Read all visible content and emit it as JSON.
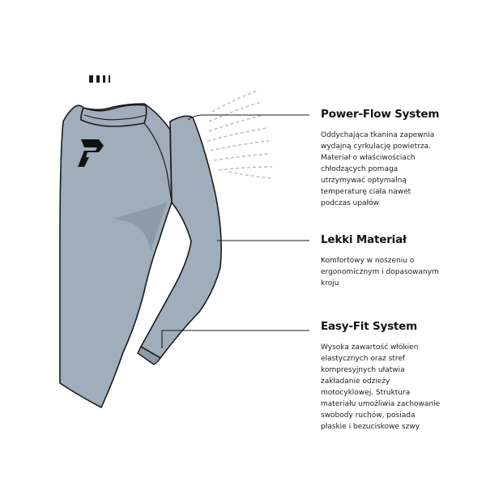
{
  "brand": {
    "logo_icon": "brand-p-logo-icon",
    "garment_color": "#a0adbb",
    "garment_shadow": "#8d9aa8",
    "outline_color": "#1a1a1a"
  },
  "features": [
    {
      "title": "Power-Flow System",
      "description": "Oddychająca tkanina zapewnia wydajną cyrkulację powietrza. Materiał o właściwościach chłodzących pomaga utrzymywać optymalną temperaturę ciała nawet podczas upałów"
    },
    {
      "title": "Lekki Materiał",
      "description": "Komfortowy w noszeniu o ergonomicznym i dopasowanym kroju"
    },
    {
      "title": "Easy-Fit System",
      "description": "Wysoka zawartość włókien elastycznych oraz stref kompresyjnych ułatwia zakładanie odzieży motocyklowej. Struktura materiału umożliwia zachowanie swobody ruchów, posiada płaskie i bezuciskowe szwy"
    }
  ]
}
